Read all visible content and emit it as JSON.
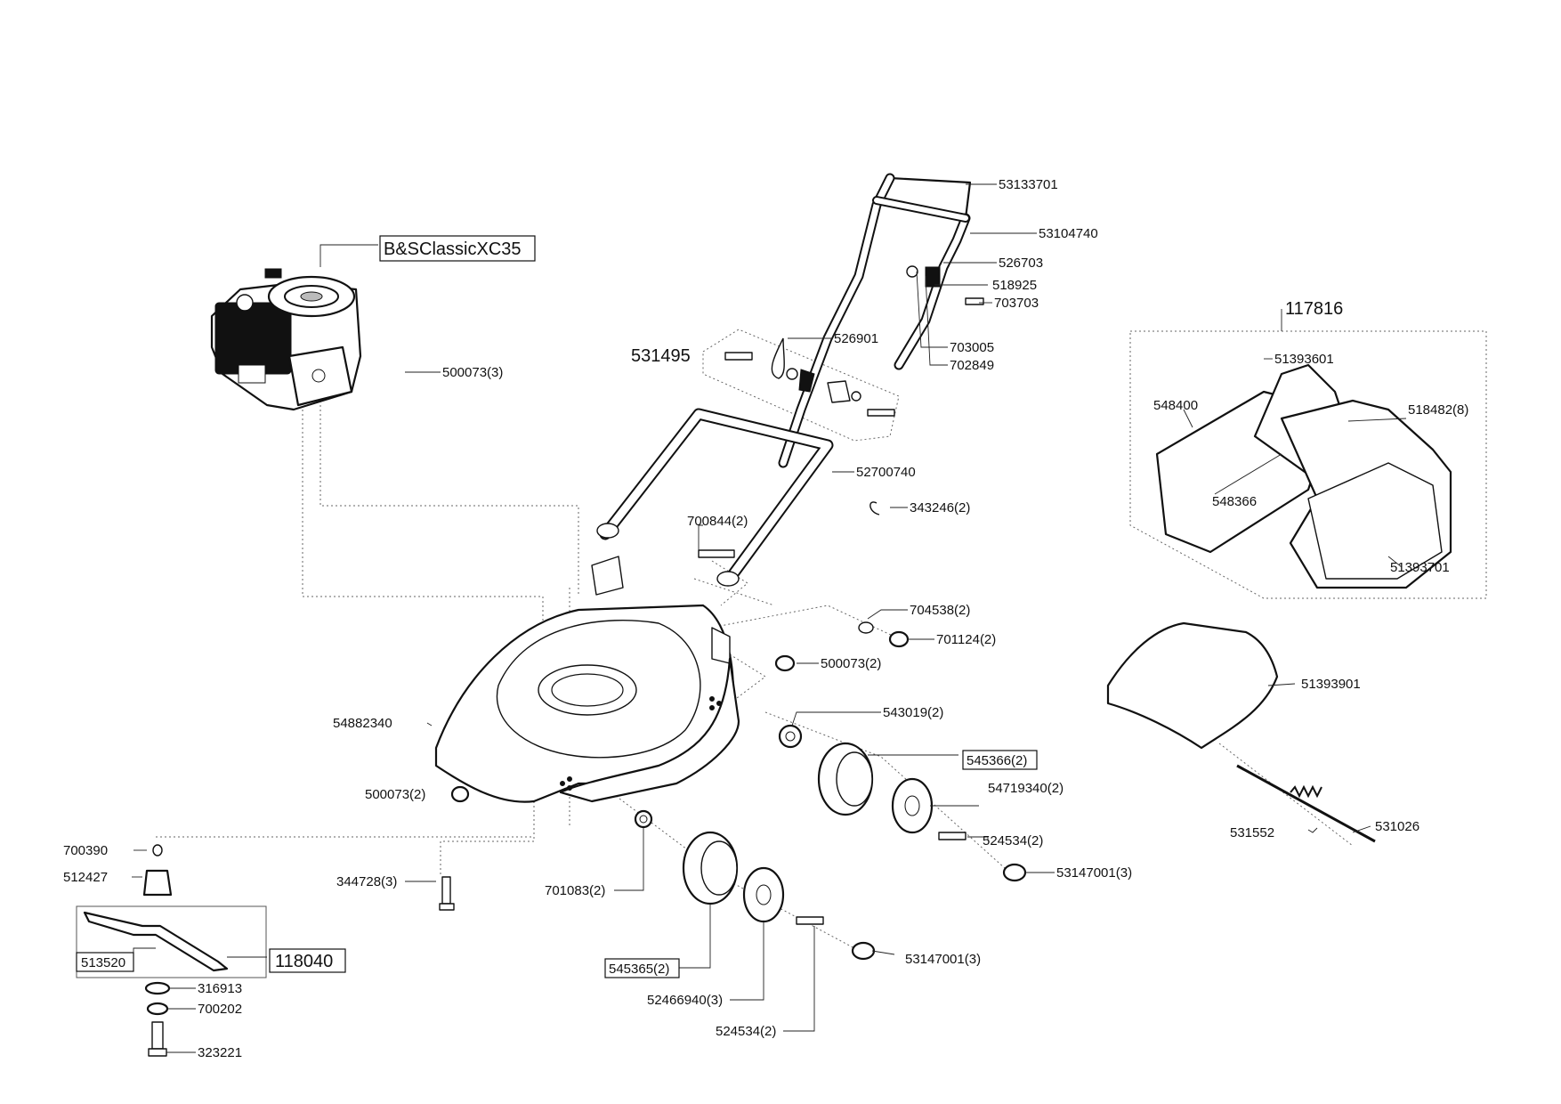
{
  "engine": {
    "label": "B&SClassicXC35"
  },
  "groups": {
    "grass_bag": "117816",
    "blade_kit": "118040",
    "handle_kit": "531495"
  },
  "parts": {
    "p53133701": "53133701",
    "p53104740": "53104740",
    "p526703": "526703",
    "p518925": "518925",
    "p703703": "703703",
    "p526901": "526901",
    "p703005": "703005",
    "p702849": "702849",
    "p500073_3": "500073(3)",
    "p52700740": "52700740",
    "p343246_2": "343246(2)",
    "p700844_2": "700844(2)",
    "p704538_2": "704538(2)",
    "p701124_2": "701124(2)",
    "p500073_2a": "500073(2)",
    "p54882340": "54882340",
    "p543019_2": "543019(2)",
    "p545366_2": "545366(2)",
    "p54719340_2": "54719340(2)",
    "p500073_2b": "500073(2)",
    "p524534_2a": "524534(2)",
    "p53147001_3a": "53147001(3)",
    "p700390": "700390",
    "p512427": "512427",
    "p344728_3": "344728(3)",
    "p701083_2": "701083(2)",
    "p513520": "513520",
    "p316913": "316913",
    "p700202": "700202",
    "p323221": "323221",
    "p545365_2": "545365(2)",
    "p52466940_3": "52466940(3)",
    "p524534_2b": "524534(2)",
    "p53147001_3b": "53147001(3)",
    "p51393601": "51393601",
    "p548400": "548400",
    "p518482_8": "518482(8)",
    "p548366": "548366",
    "p51393701": "51393701",
    "p51393901": "51393901",
    "p531552": "531552",
    "p531026": "531026"
  }
}
